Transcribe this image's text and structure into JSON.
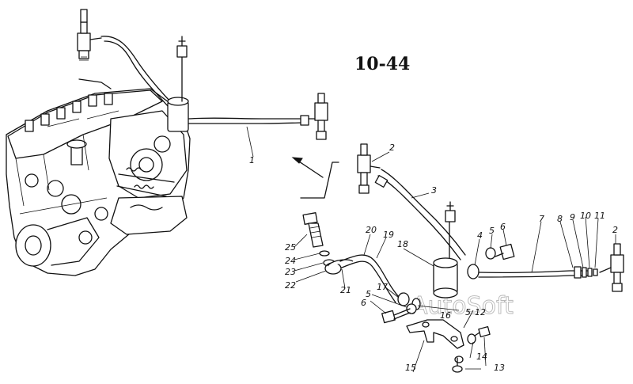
{
  "figure_number": "10-44",
  "watermark": "AutoSoft",
  "callouts": {
    "c1": "1",
    "c2a": "2",
    "c2b": "2",
    "c3": "3",
    "c4": "4",
    "c5a": "5",
    "c5b": "5",
    "c5c": "5",
    "c6a": "6",
    "c6b": "6",
    "c7": "7",
    "c8": "8",
    "c9": "9",
    "c10": "10",
    "c11": "11",
    "c12": "12",
    "c13": "13",
    "c14": "14",
    "c15": "15",
    "c16": "16",
    "c17": "17",
    "c18": "18",
    "c19": "19",
    "c20": "20",
    "c21": "21",
    "c22": "22",
    "c23": "23",
    "c24": "24",
    "c25": "25"
  },
  "colors": {
    "ink": "#111111",
    "paper": "#ffffff",
    "watermark": "#b8b8b8"
  }
}
